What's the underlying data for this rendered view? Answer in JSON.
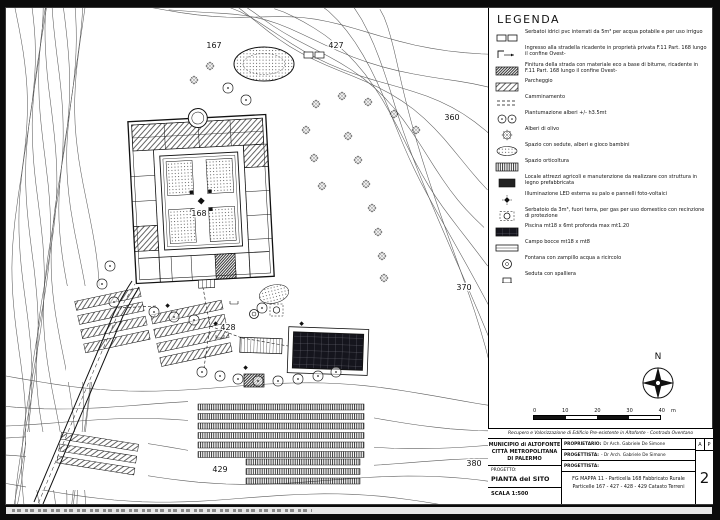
{
  "legend": {
    "title": "LEGENDA",
    "items": [
      {
        "label": "Serbatoi idrici pvc interrati da 5m³ per acqua potabile e per uso irriguo"
      },
      {
        "label": "Ingresso alla stradella ricadente in proprietà privata F.11 Part. 168 lungo il confine Ovest-"
      },
      {
        "label": "Finitura della strada con materiale eco a base di bitume, ricadente in F.11 Part. 168 lungo il confine Ovest-"
      },
      {
        "label": "Parcheggio"
      },
      {
        "label": "Camminamento"
      },
      {
        "label": "Piantumazione alberi +/- h3.5mt"
      },
      {
        "label": "Alberi di olivo"
      },
      {
        "label": "Spazio con sedute, alberi e gioco bambini"
      },
      {
        "label": "Spazio orticoltura"
      },
      {
        "label": "Locale attrezzi agricoli e manutenzione da realizzare con struttura in legno prefabbricata"
      },
      {
        "label": "Illuminazione LED esterna su palo e pannelli foto-voltaici"
      },
      {
        "label": "Serbatoio da 3m³, fuori terra, per gas per uso domestico con recinzione di protezione"
      },
      {
        "label": "Piscina mt18 x 6mt profonda max mt1.20"
      },
      {
        "label": "Campo bocce mt18 x mt8"
      },
      {
        "label": "Fontana con zampillo acqua a ricircolo"
      },
      {
        "label": "Seduta con spalliera"
      }
    ]
  },
  "plan": {
    "parcel_labels": {
      "p167": "167",
      "p427": "427",
      "p428": "428",
      "p429": "429",
      "p168": "168"
    },
    "contour_labels": {
      "c360": "360",
      "c370": "370",
      "c380": "380"
    }
  },
  "compass": {
    "north_label": "N"
  },
  "scale_bar": {
    "ticks": [
      "0",
      "10",
      "20",
      "30",
      "40"
    ],
    "unit": "m"
  },
  "title_block": {
    "header": "Recupero e Valorizzazione di Edificio Pre-esistente in Altofonte - Contrada Oventano",
    "municipality_line1": "MUNICIPIO di ALTOFONTE",
    "municipality_line2": "CITTÀ METROPOLITANA",
    "municipality_line3": "DI PALERMO",
    "progetto_label": "PROGETTO:",
    "progetto_value": "PIANTA del SITO",
    "scala": "SCALA 1:500",
    "proprietario_label": "PROPRIETARIO:",
    "proprietario_value": "Dr Arch. Gabriele De Simone",
    "progettista_label": "PROGETTISTA:",
    "progettista_value": "- Dr Arch. Gabriele De Simone",
    "progettista2_label": "PROGETTISTA:",
    "map_ref_line1": "FG MAPPA 11 - Particella 168 Fabbricato Rurale",
    "map_ref_line2": "Particelle 167 - 427 - 428 - 429   Catasto Terreni",
    "sheet_code_a": "A",
    "sheet_code_p": "P",
    "sheet_number": "2"
  }
}
